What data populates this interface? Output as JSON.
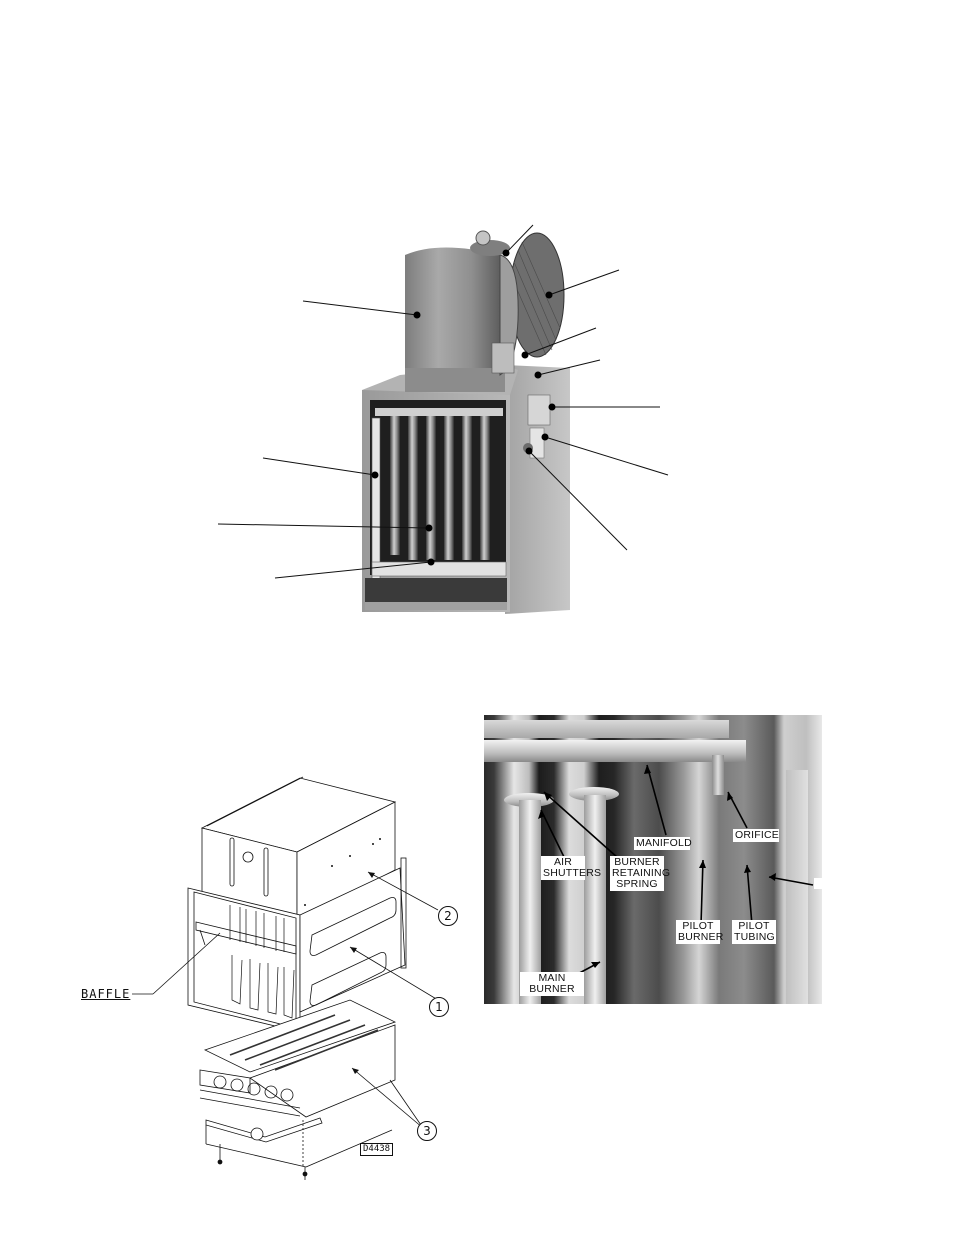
{
  "page": {
    "background": "#ffffff"
  },
  "figures": {
    "furnace_photo": {
      "description": "Gas-fired unit heater with blower housing, shown with front panel removed",
      "leader_count": 11,
      "labels": []
    },
    "exploded_view": {
      "baffle_label": "BAFFLE",
      "callouts": [
        {
          "number": "1"
        },
        {
          "number": "2"
        },
        {
          "number": "3"
        }
      ],
      "drawing_number": "D4438"
    },
    "burner_photo": {
      "labels": {
        "air_shutters": [
          "AIR",
          "SHUTTERS"
        ],
        "burner_retaining_spring": [
          "BURNER",
          "RETAINING",
          "SPRING"
        ],
        "manifold": [
          "MANIFOLD"
        ],
        "orifice": [
          "ORIFICE"
        ],
        "pilot_burner": [
          "PILOT",
          "BURNER"
        ],
        "pilot_tubing": [
          "PILOT",
          "TUBING"
        ],
        "main_burner": [
          "MAIN",
          "BURNER"
        ],
        "unlabeled_box": [
          ""
        ]
      }
    }
  }
}
